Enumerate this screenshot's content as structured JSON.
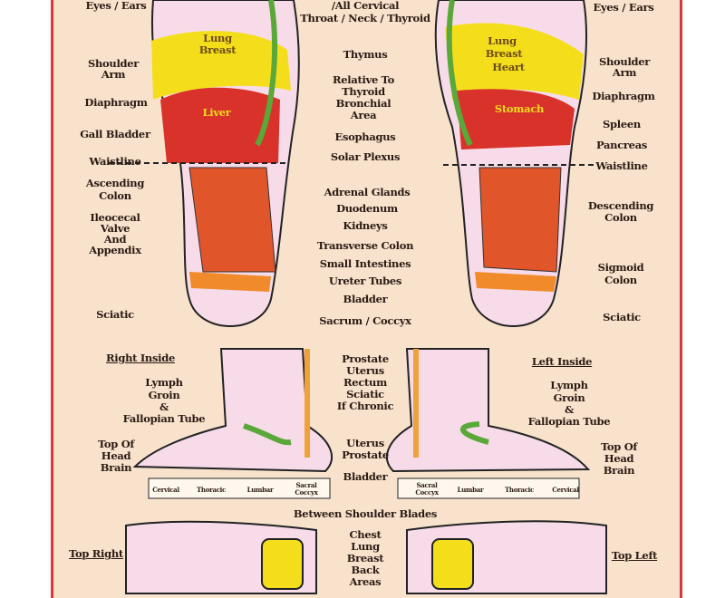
{
  "left_labels": {
    "eyes_ears": "Eyes / Ears",
    "shoulder_arm": [
      "Shoulder",
      "Arm"
    ],
    "diaphragm": "Diaphragm",
    "gall_bladder": "Gall Bladder",
    "waistline": "Waistline",
    "ascending_colon": [
      "Ascending",
      "Colon"
    ],
    "ileocecal": [
      "Ileocecal",
      "Valve",
      "And",
      "Appendix"
    ],
    "sciatic": "Sciatic"
  },
  "center_labels": {
    "cervical": "/All Cervical",
    "throat": "Throat / Neck / Thyroid",
    "thymus": "Thymus",
    "relative": [
      "Relative To",
      "Thyroid",
      "Bronchial",
      "Area"
    ],
    "esophagus": "Esophagus",
    "solar_plexus": "Solar Plexus",
    "adrenal": "Adrenal Glands",
    "duodenum": "Duodenum",
    "kidneys": "Kidneys",
    "transverse_colon": "Transverse Colon",
    "small_intestines": "Small Intestines",
    "ureter": "Ureter Tubes",
    "bladder": "Bladder",
    "sacrum": "Sacrum / Coccyx"
  },
  "right_labels": {
    "eyes_ears": "Eyes / Ears",
    "shoulder_arm": [
      "Shoulder",
      "Arm"
    ],
    "diaphragm": "Diaphragm",
    "spleen": "Spleen",
    "pancreas": "Pancreas",
    "waistline": "Waistline",
    "descending_colon": [
      "Descending",
      "Colon"
    ],
    "sigmoid_colon": [
      "Sigmoid",
      "Colon"
    ],
    "sciatic": "Sciatic"
  },
  "in_foot": {
    "right_lung": [
      "Lung",
      "Breast"
    ],
    "liver": "Liver",
    "left_lung": [
      "Lung",
      "Breast",
      "Heart"
    ],
    "stomach": "Stomach"
  },
  "inside": {
    "right_title": "Right Inside",
    "left_title": "Left Inside",
    "lymph": [
      "Lymph",
      "Groin",
      "&",
      "Fallopian Tube"
    ],
    "top_head": [
      "Top Of",
      "Head",
      "Brain"
    ],
    "prostate": [
      "Prostate",
      "Uterus",
      "Rectum",
      "Sciatic",
      "If Chronic"
    ],
    "uterus": [
      "Uterus",
      "Prostate"
    ],
    "bladder": "Bladder",
    "spine_right": [
      "Cervical",
      "Thoracic",
      "Lumbar",
      "Sacral",
      "Coccyx"
    ],
    "spine_left": [
      "Sacral",
      "Coccyx",
      "Lumbar",
      "Thoracic",
      "Cervical"
    ]
  },
  "top": {
    "right_title": "Top Right",
    "left_title": "Top Left",
    "between": "Between Shoulder Blades",
    "chest": [
      "Chest",
      "Lung",
      "Breast",
      "Back",
      "Areas"
    ]
  },
  "colors": {
    "background": "#f9e2cc",
    "border": "#d8383a",
    "yellow": "#f4de1c",
    "red": "#d9322a",
    "orange": "#f08a2a",
    "green": "#5aa83a",
    "blue": "#6b90c8",
    "pink": "#f7dbe8"
  }
}
